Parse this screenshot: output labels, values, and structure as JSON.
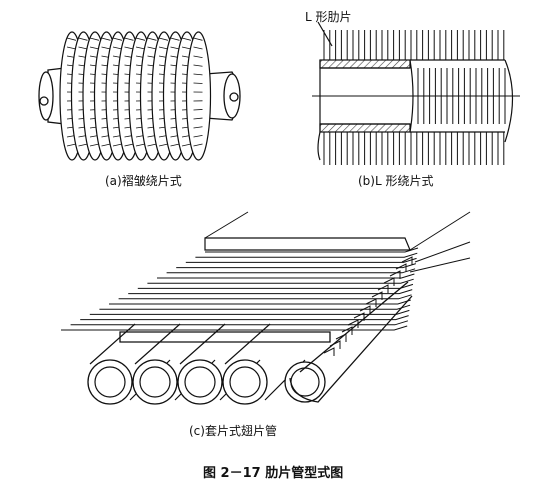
{
  "figure": {
    "title": "图 2－17   肋片管型式图",
    "panels": [
      {
        "caption": "(a)褶皱绕片式"
      },
      {
        "caption": "(b)L 形绕片式",
        "callout": "L 形肋片"
      },
      {
        "caption": "(c)套片式翅片管"
      }
    ]
  },
  "colors": {
    "ink": "#111111",
    "paper": "#ffffff",
    "hatch": "#444444"
  }
}
